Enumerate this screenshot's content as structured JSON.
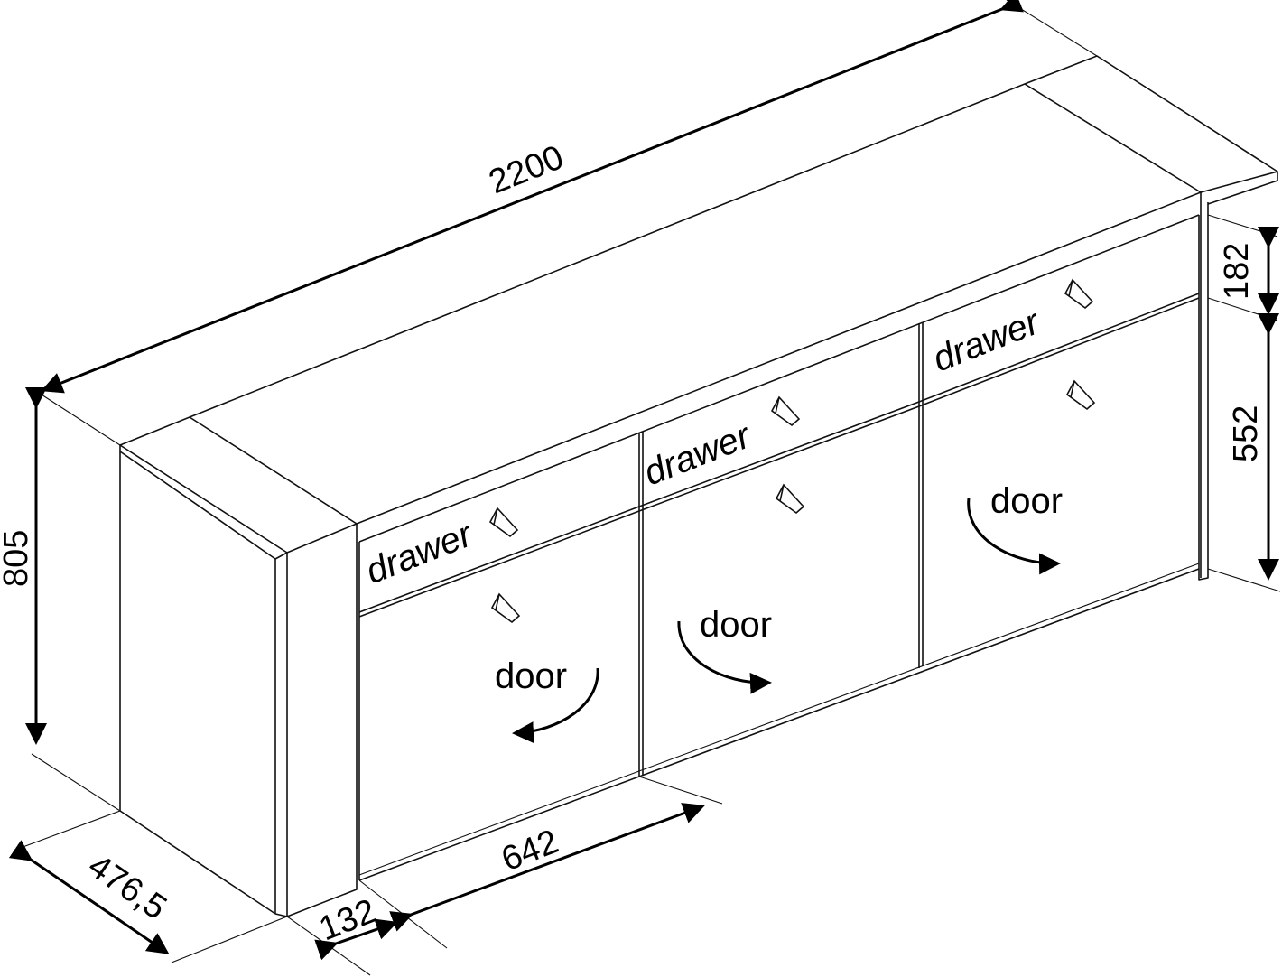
{
  "title": "Sideboard dimension drawing",
  "dimensions": {
    "total_width": "2200",
    "height": "805",
    "depth": "476,5",
    "side_offset": "132",
    "section_width": "642",
    "drawer_height": "182",
    "door_height": "552"
  },
  "sections": [
    {
      "drawer_label": "drawer",
      "door_label": "door",
      "door_opening": "left"
    },
    {
      "drawer_label": "drawer",
      "door_label": "door",
      "door_opening": "right"
    },
    {
      "drawer_label": "drawer",
      "door_label": "door",
      "door_opening": "right"
    }
  ],
  "colors": {
    "line": "#111111",
    "background": "#ffffff"
  }
}
